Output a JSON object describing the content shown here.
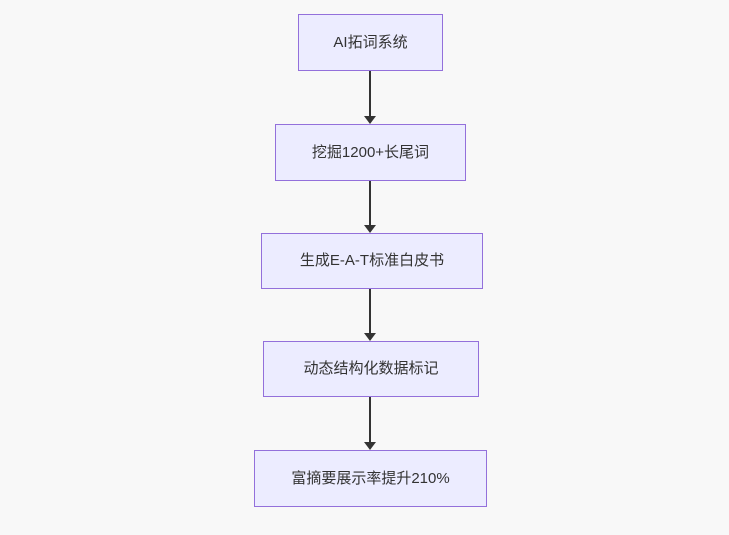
{
  "diagram": {
    "type": "flowchart-top-down",
    "nodes": [
      {
        "id": "n1",
        "label": "AI拓词系统"
      },
      {
        "id": "n2",
        "label": "挖掘1200+长尾词"
      },
      {
        "id": "n3",
        "label": "生成E-A-T标准白皮书"
      },
      {
        "id": "n4",
        "label": "动态结构化数据标记"
      },
      {
        "id": "n5",
        "label": "富摘要展示率提升210%"
      }
    ],
    "edges": [
      {
        "from": "n1",
        "to": "n2",
        "style": "arrow-down"
      },
      {
        "from": "n2",
        "to": "n3",
        "style": "arrow-down"
      },
      {
        "from": "n3",
        "to": "n4",
        "style": "arrow-down"
      },
      {
        "from": "n4",
        "to": "n5",
        "style": "arrow-down"
      }
    ],
    "colors": {
      "background": "#f8f8f8",
      "node_fill": "#ECECFF",
      "node_border": "#9370DB",
      "text": "#333333",
      "arrow": "#333333"
    }
  }
}
